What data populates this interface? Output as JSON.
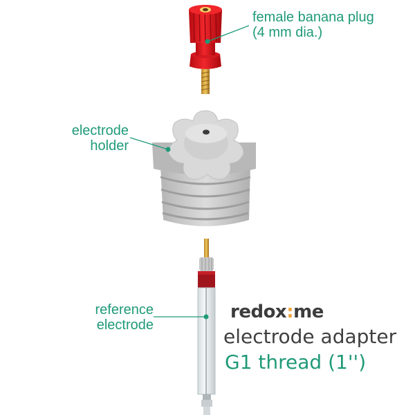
{
  "callouts": {
    "banana_plug_line1": "female banana plug",
    "banana_plug_line2": "(4 mm dia.)",
    "holder_line1": "electrode",
    "holder_line2": "holder",
    "reference_line1": "reference",
    "reference_line2": "electrode"
  },
  "brand": {
    "name_part1": "redox",
    "name_colon": ":",
    "name_part2": "me",
    "subtitle1": "electrode adapter",
    "subtitle2": "G1 thread (1'')"
  },
  "colors": {
    "accent_green": "#1f9a78",
    "plug_red": "#e0161c",
    "holder_grey": "#c9c9c9",
    "brand_dark": "#3c3c3c",
    "brand_orange": "#f2a23a"
  }
}
